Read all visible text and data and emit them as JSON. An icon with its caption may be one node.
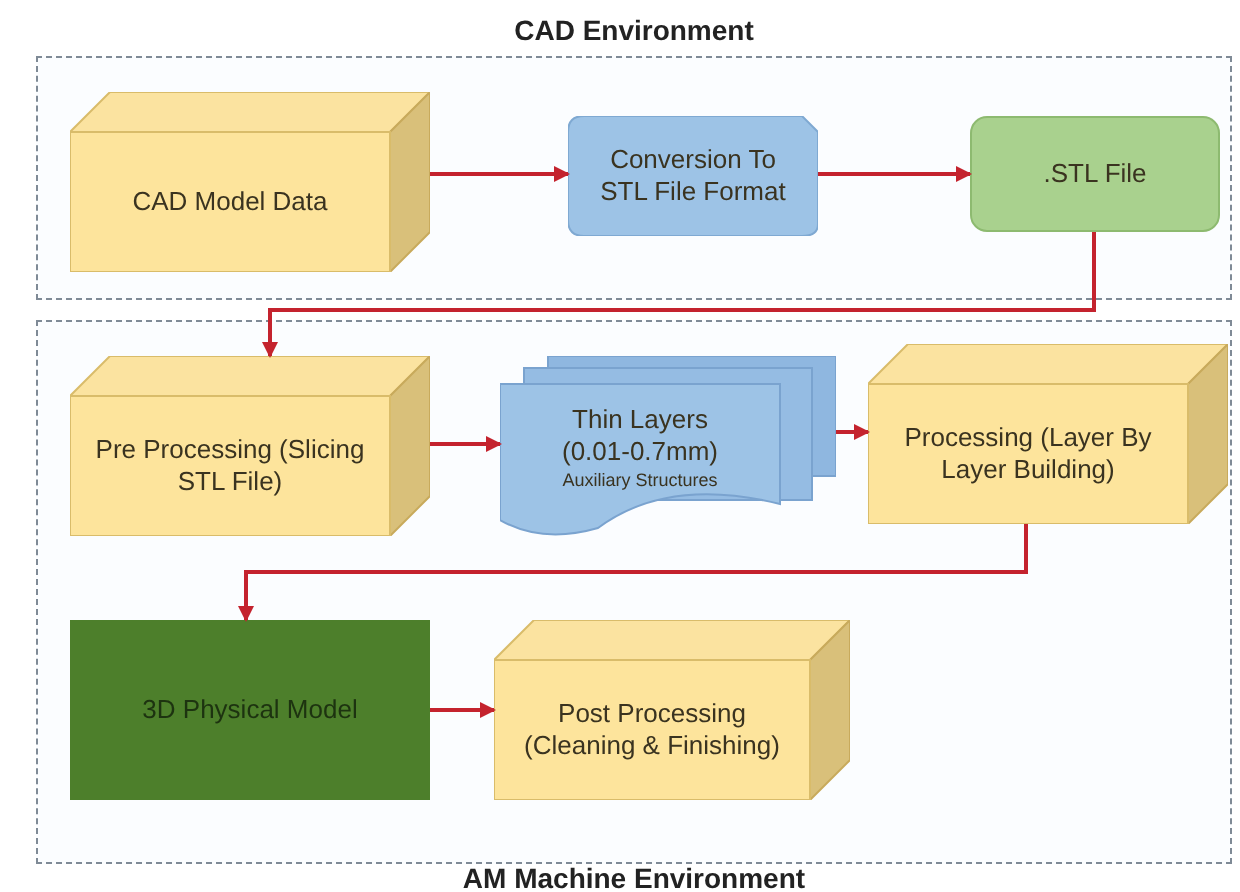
{
  "diagram": {
    "nodes": [
      {
        "text": [
          "CAD Environment"
        ]
      },
      {
        "text": [
          "CAD Model Data"
        ],
        "in": 0
      },
      {
        "text": [
          "Conversion To STL File Format"
        ],
        "in": 0
      },
      {
        "text": [
          ".STL File"
        ],
        "in": 0
      },
      {
        "text": [
          "AM Machine Environment"
        ]
      },
      {
        "text": [
          "Pre Processing (Slicing STL File)"
        ],
        "in": 4
      },
      {
        "text": [
          "Thin Layers",
          "(0.01-0.7mm)",
          "Auxiliary Structures"
        ],
        "in": 4
      },
      {
        "text": [
          "Processing (Layer By Layer Building)"
        ],
        "in": 4
      },
      {
        "text": [
          "3D Physical Model"
        ],
        "in": 4
      },
      {
        "text": [
          "Post Processing (Cleaning & Finishing)"
        ],
        "in": 4
      }
    ],
    "edges": [
      {
        "from": 1,
        "to": 2,
        "arrow": "to"
      },
      {
        "from": 2,
        "to": 3,
        "arrow": "to"
      },
      {
        "from": 3,
        "to": 5,
        "arrow": "to"
      },
      {
        "from": 5,
        "to": 6,
        "arrow": "to"
      },
      {
        "from": 6,
        "to": 7,
        "arrow": "to"
      },
      {
        "from": 7,
        "to": 8,
        "arrow": "to"
      },
      {
        "from": 8,
        "to": 9,
        "arrow": "to"
      }
    ]
  }
}
